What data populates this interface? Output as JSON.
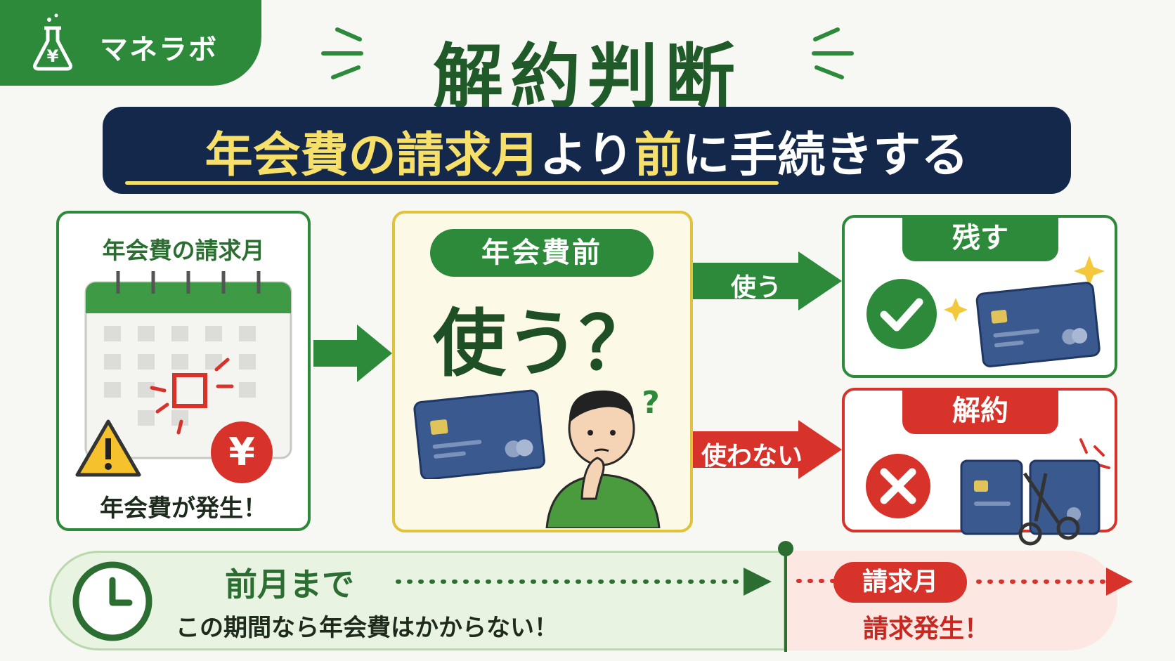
{
  "brand": {
    "name": "マネラボ",
    "icon": "flask-yen-icon"
  },
  "title": "解約判断",
  "subtitle": {
    "part1": "年会費の請求月",
    "part2": "より",
    "part3": "前",
    "part4": "に手続きする"
  },
  "left_panel": {
    "title": "年会費の請求月",
    "footer": "年会費が発生！",
    "icons": [
      "calendar-icon",
      "warning-icon",
      "yen-coin-icon"
    ]
  },
  "center_panel": {
    "pill": "年会費前",
    "question": "使う？",
    "icons": [
      "credit-card-icon",
      "thinking-person-icon"
    ]
  },
  "arrows": {
    "use": "使う",
    "not_use": "使わない"
  },
  "outcomes": {
    "keep": {
      "label": "残す",
      "icon": "check-circle-icon"
    },
    "cancel": {
      "label": "解約",
      "icon": "cross-circle-icon"
    }
  },
  "timeline": {
    "main": "前月まで",
    "sub": "この期間なら年会費はかからない！",
    "billing_pill": "請求月",
    "billing_sub": "請求発生！"
  },
  "colors": {
    "green": "#2c8a3a",
    "dark_green": "#1f5a28",
    "navy": "#14284b",
    "yellow": "#f7e06a",
    "red": "#d8332a"
  }
}
